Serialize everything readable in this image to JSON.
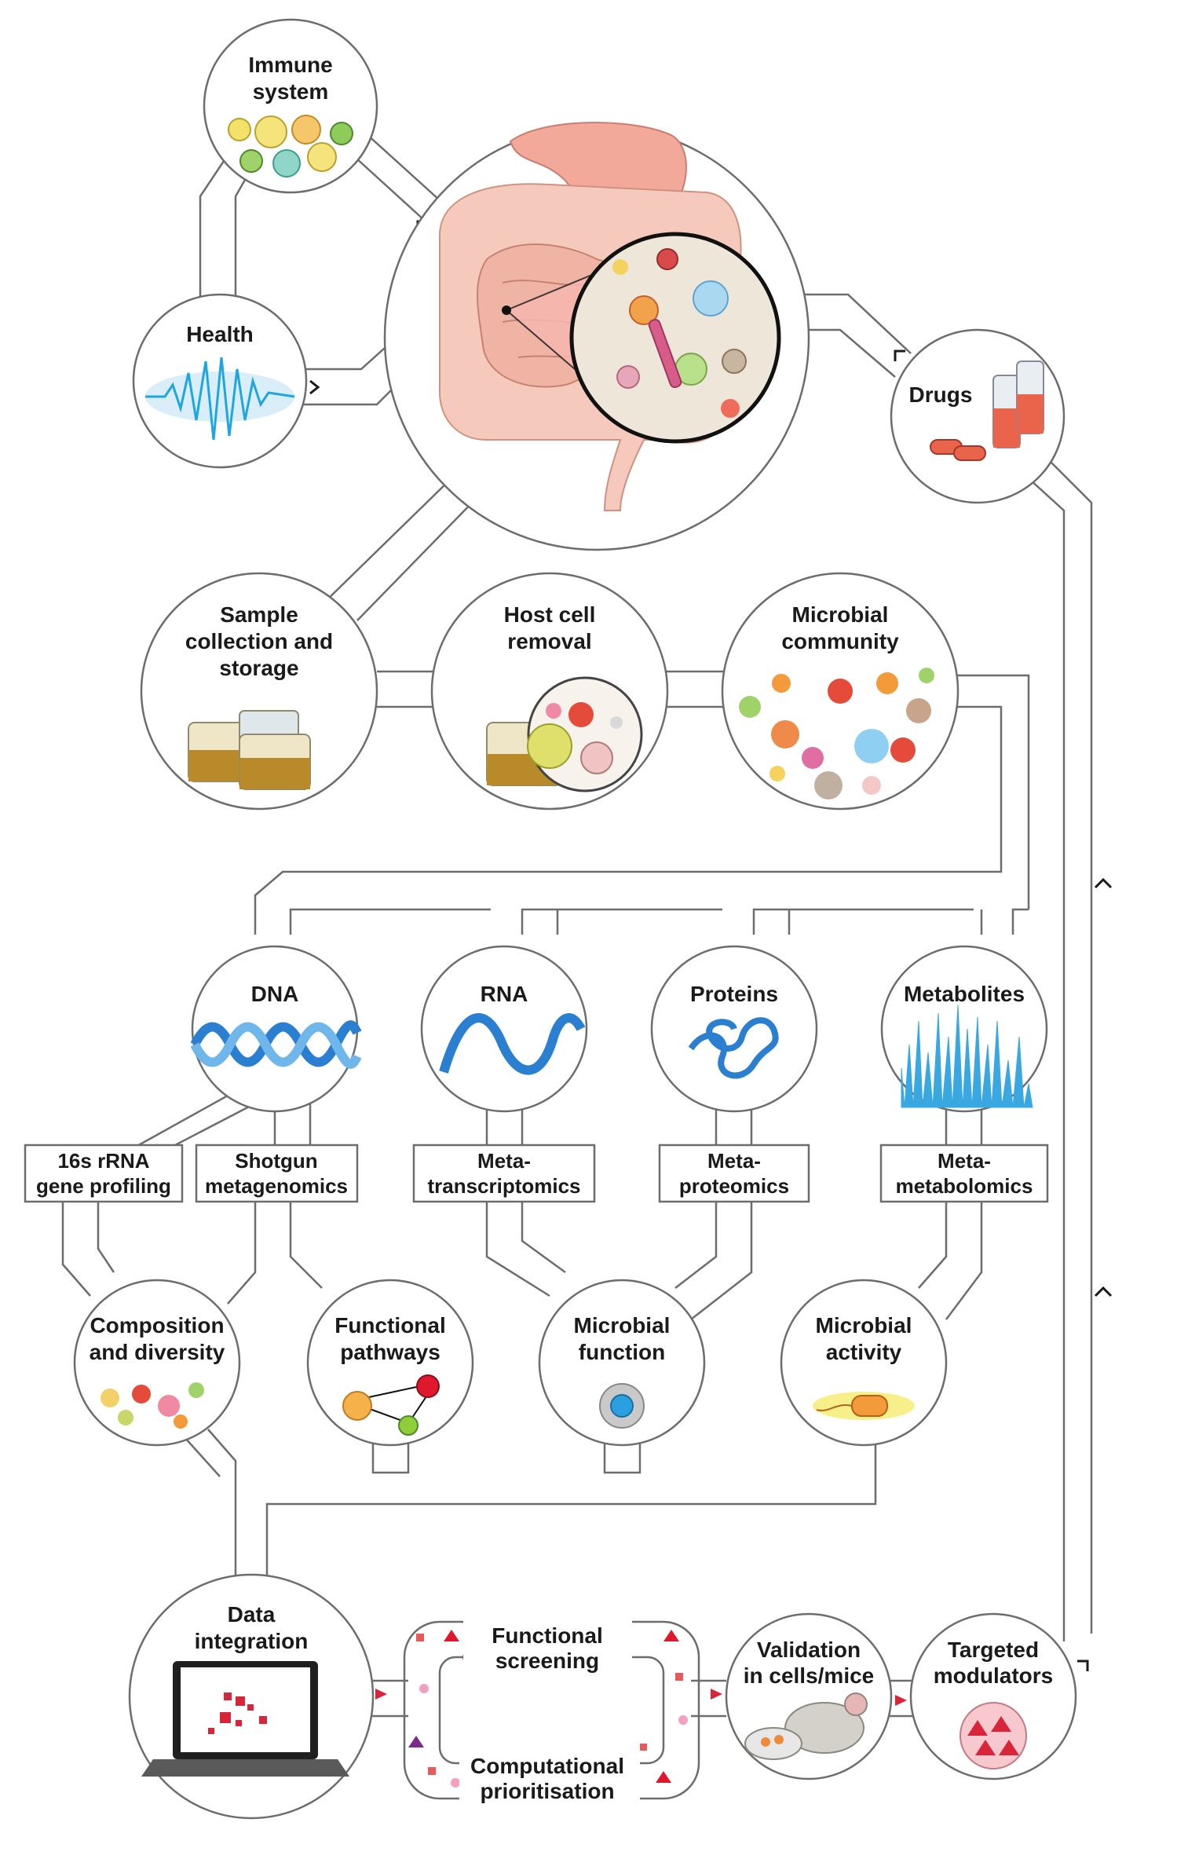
{
  "nodes": {
    "immune": [
      "Immune",
      "system"
    ],
    "health": [
      "Health"
    ],
    "drugs": [
      "Drugs"
    ],
    "sample": [
      "Sample",
      "collection and",
      "storage"
    ],
    "host": [
      "Host cell",
      "removal"
    ],
    "community": [
      "Microbial",
      "community"
    ],
    "dna": [
      "DNA"
    ],
    "rna": [
      "RNA"
    ],
    "proteins": [
      "Proteins"
    ],
    "metabolites": [
      "Metabolites"
    ],
    "composition": [
      "Composition",
      "and diversity"
    ],
    "pathways": [
      "Functional",
      "pathways"
    ],
    "function": [
      "Microbial",
      "function"
    ],
    "activity": [
      "Microbial",
      "activity"
    ],
    "integration": [
      "Data",
      "integration"
    ],
    "validation": [
      "Validation",
      "in cells/mice"
    ],
    "modulators": [
      "Targeted",
      "modulators"
    ]
  },
  "methods": {
    "rrna": [
      "16s rRNA",
      "gene profiling"
    ],
    "shotgun": [
      "Shotgun",
      "metagenomics"
    ],
    "transcriptomics": [
      "Meta-",
      "transcriptomics"
    ],
    "proteomics": [
      "Meta-",
      "proteomics"
    ],
    "metabolomics": [
      "Meta-",
      "metabolomics"
    ]
  },
  "screening": {
    "functional": [
      "Functional",
      "screening"
    ],
    "computational": [
      "Computational",
      "prioritisation"
    ]
  },
  "colors": {
    "dna": "#2a7fd0",
    "metabolite_spikes": "#3aa8e0",
    "gut": "#f1b8a8",
    "health_wave": "#1fa6e0",
    "accent_red": "#d9253a"
  }
}
